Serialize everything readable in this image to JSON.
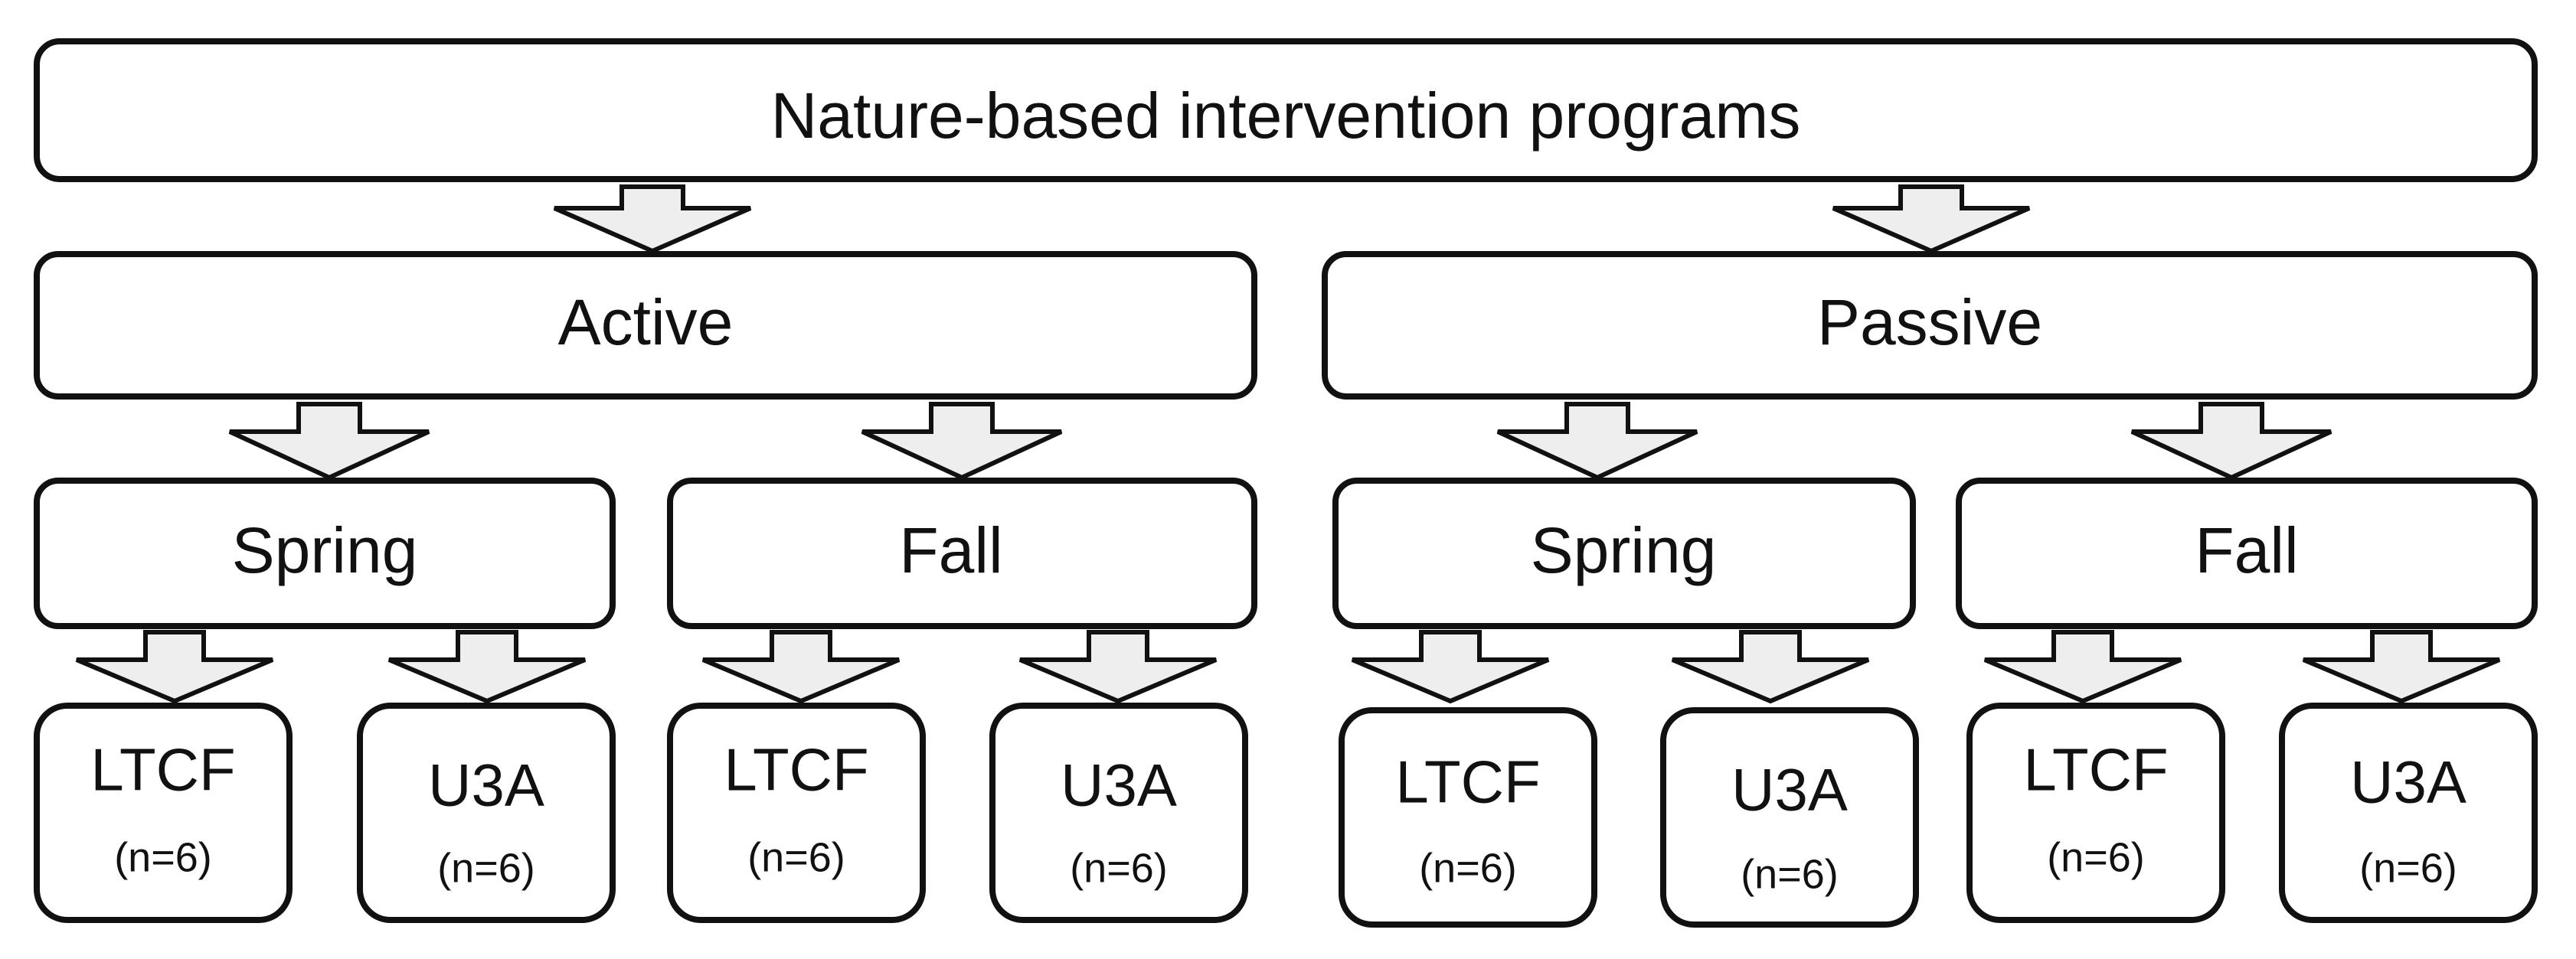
{
  "root": {
    "label": "Nature-based intervention programs"
  },
  "branches": [
    {
      "label": "Active",
      "seasons": [
        {
          "label": "Spring",
          "groups": [
            {
              "label": "LTCF",
              "count": "(n=6)"
            },
            {
              "label": "U3A",
              "count": "(n=6)"
            }
          ]
        },
        {
          "label": "Fall",
          "groups": [
            {
              "label": "LTCF",
              "count": "(n=6)"
            },
            {
              "label": "U3A",
              "count": "(n=6)"
            }
          ]
        }
      ]
    },
    {
      "label": "Passive",
      "seasons": [
        {
          "label": "Spring",
          "groups": [
            {
              "label": "LTCF",
              "count": "(n=6)"
            },
            {
              "label": "U3A",
              "count": "(n=6)"
            }
          ]
        },
        {
          "label": "Fall",
          "groups": [
            {
              "label": "LTCF",
              "count": "(n=6)"
            },
            {
              "label": "U3A",
              "count": "(n=6)"
            }
          ]
        }
      ]
    }
  ],
  "colors": {
    "box_stroke": "#111111",
    "box_fill": "#ffffff",
    "arrow_fill": "#eeeeee"
  }
}
